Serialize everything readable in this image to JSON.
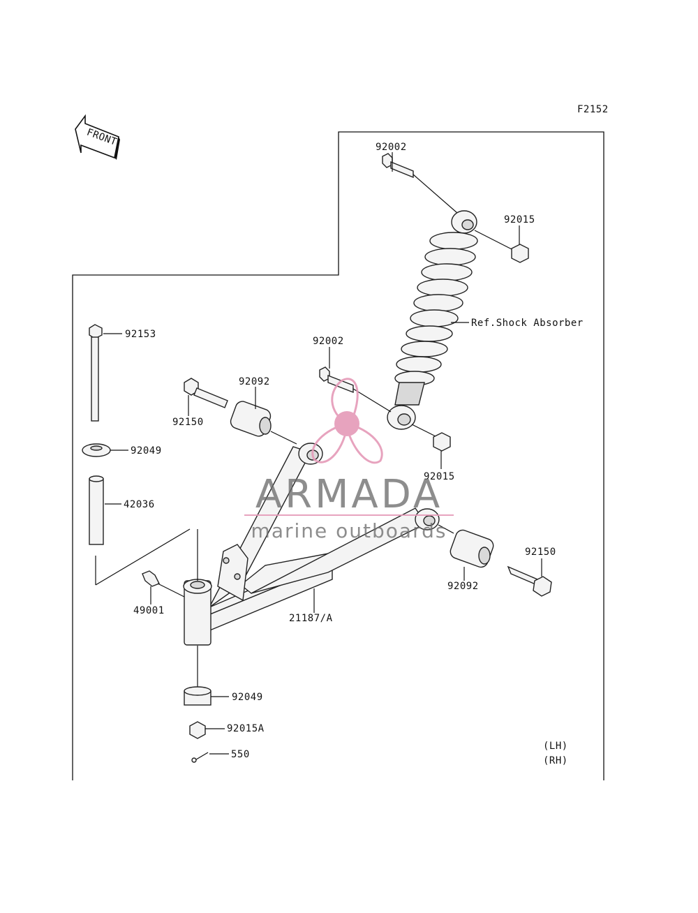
{
  "figure_id": "F2152",
  "front_label": "FRONT",
  "reference": "Ref.Shock Absorber",
  "variants": {
    "lh": "(LH)",
    "rh": "(RH)"
  },
  "callouts": {
    "bolt_upper": "92002",
    "nut_upper": "92015",
    "bolt_lower": "92002",
    "nut_lower": "92015",
    "bushing_left": "92092",
    "bolt_left": "92150",
    "bushing_right": "92092",
    "bolt_right": "92150",
    "king_bolt": "92153",
    "washer_top": "92049",
    "collar": "42036",
    "grease_fitting": "49001",
    "a_arm": "21187/A",
    "seal_bottom": "92049",
    "nut_castle": "92015A",
    "cotter_pin": "550"
  },
  "watermark": {
    "brand": "ARMADA",
    "tagline": "marine outboards",
    "logo_color": "#e59ab8"
  }
}
